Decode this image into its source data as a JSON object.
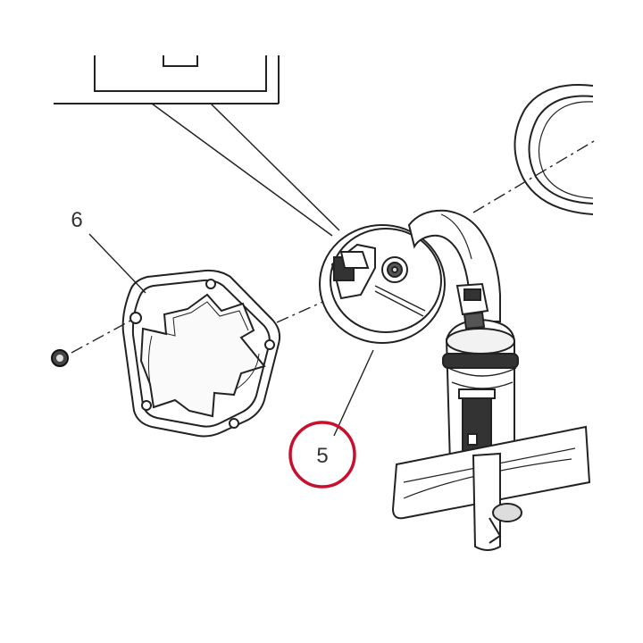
{
  "diagram": {
    "callouts": [
      {
        "id": "part-6",
        "label": "6",
        "highlighted": false
      },
      {
        "id": "part-5",
        "label": "5",
        "highlighted": true
      }
    ]
  },
  "colors": {
    "line": "#222222",
    "highlight_ring": "#c8102e",
    "background": "#ffffff"
  }
}
